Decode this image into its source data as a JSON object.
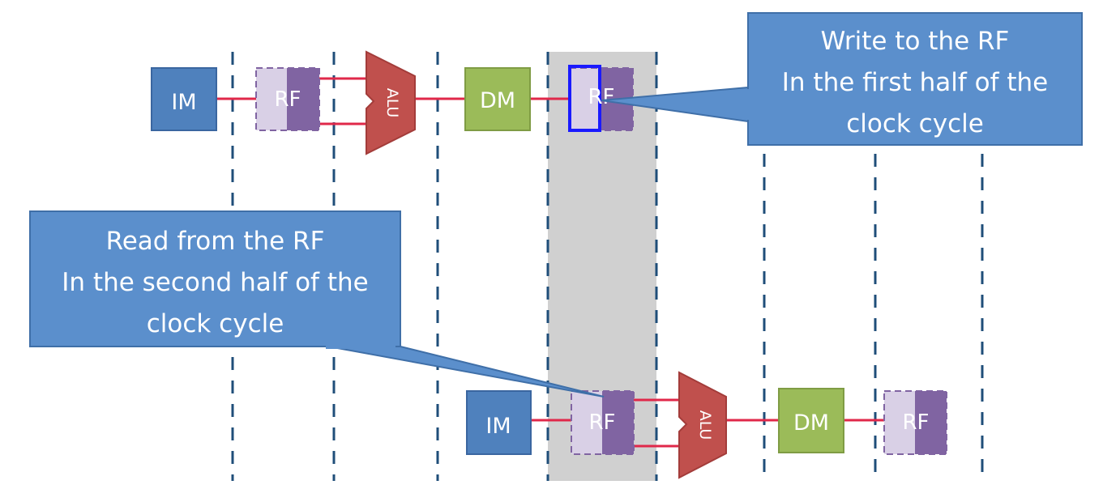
{
  "pipeline": {
    "im_label": "IM",
    "rf_label": "RF",
    "alu_label": "ALU",
    "dm_label": "DM"
  },
  "callouts": {
    "write": {
      "line1": "Write to the RF",
      "line2": "In the first half of the",
      "line3": "clock cycle"
    },
    "read": {
      "line1": "Read from the RF",
      "line2": "In the second half of the",
      "line3": "clock cycle"
    }
  },
  "colors": {
    "im": "#4f81bd",
    "dm": "#9bbb59",
    "rf": "#8064a2",
    "alu": "#c0504d",
    "wire": "#e0284a",
    "divider": "#1f4e79",
    "callout_fill": "#5b8fcc",
    "callout_border": "#3f6fa8",
    "highlight": "#d0d0d0",
    "write_highlight": "#1a1aff"
  }
}
